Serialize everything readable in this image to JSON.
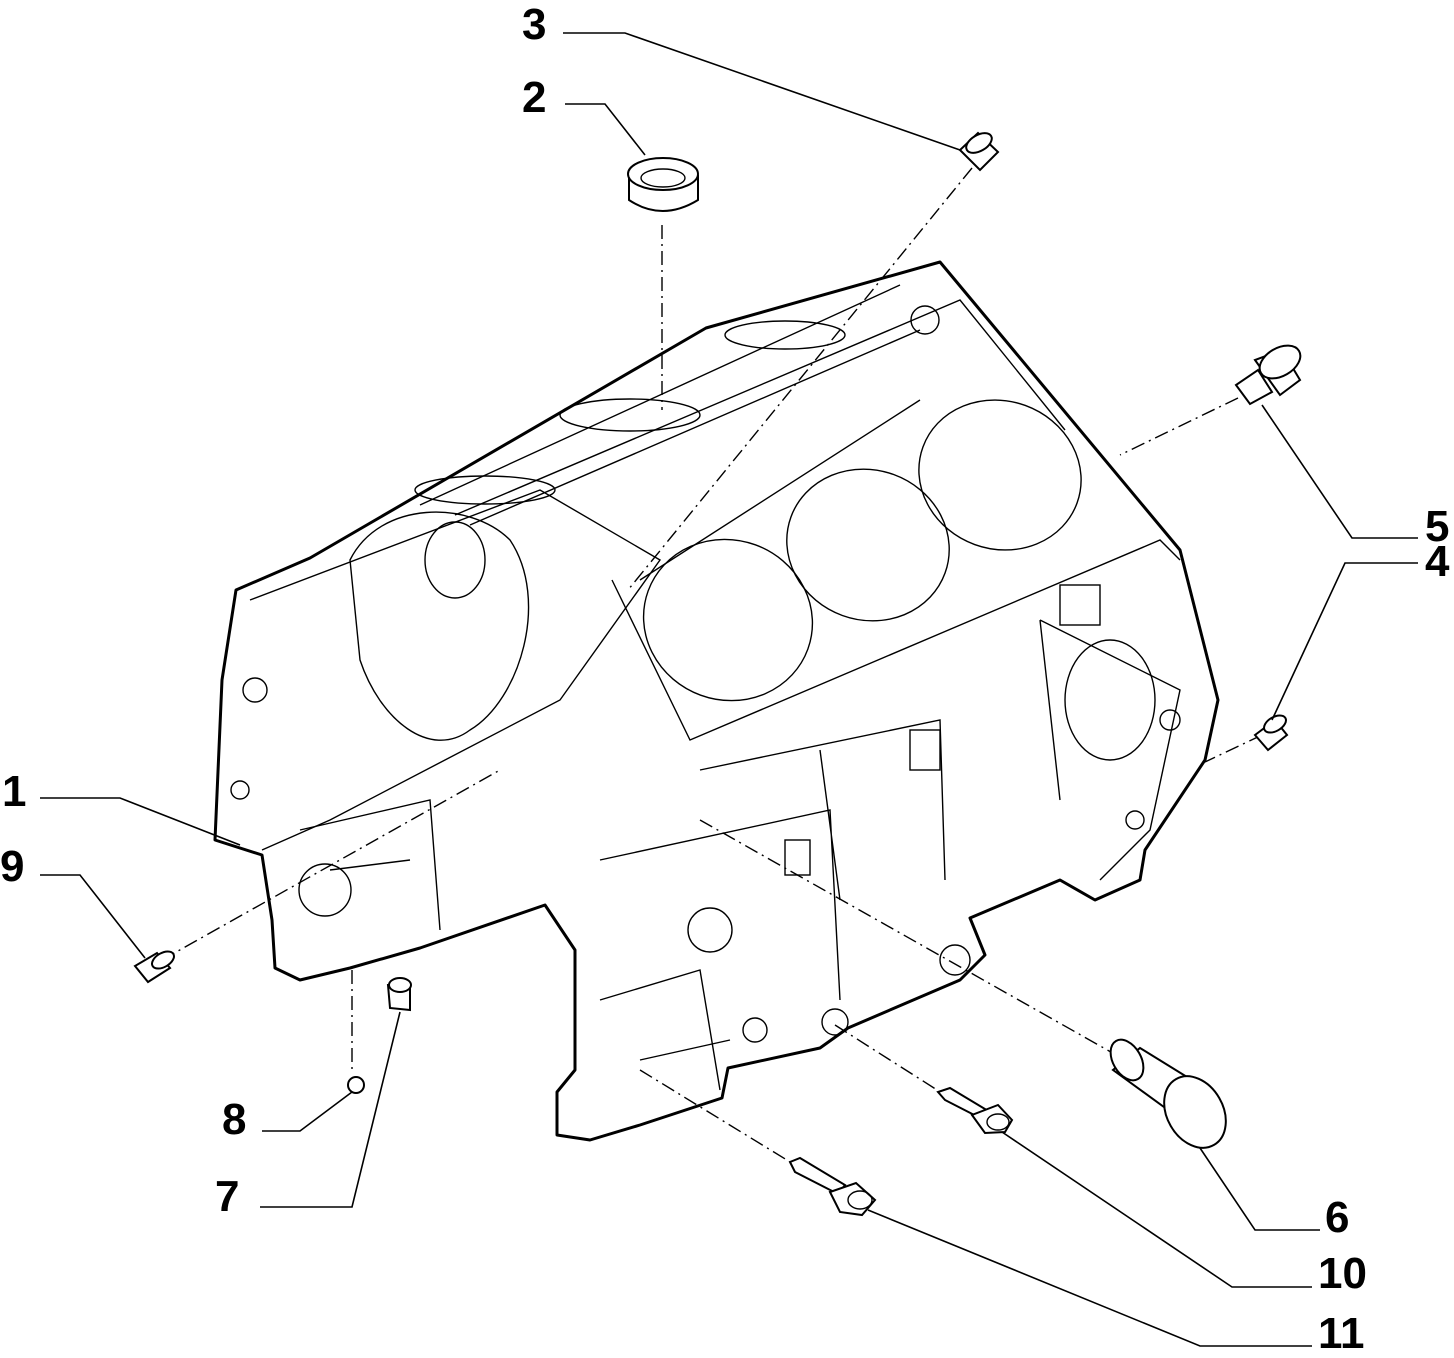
{
  "diagram": {
    "type": "exploded parts diagram",
    "callouts": [
      "1",
      "2",
      "3",
      "4",
      "5",
      "6",
      "7",
      "8",
      "9",
      "10",
      "11"
    ],
    "parts": [
      {
        "callout": "1",
        "icon": "engine-block-icon"
      },
      {
        "callout": "2",
        "icon": "ring-bushing-icon"
      },
      {
        "callout": "3",
        "icon": "dowel-pin-icon"
      },
      {
        "callout": "4",
        "icon": "dowel-pin-icon"
      },
      {
        "callout": "5",
        "icon": "plug-screw-icon"
      },
      {
        "callout": "6",
        "icon": "large-plug-icon"
      },
      {
        "callout": "7",
        "icon": "dowel-pin-icon"
      },
      {
        "callout": "8",
        "icon": "ball-plug-icon"
      },
      {
        "callout": "9",
        "icon": "dowel-pin-icon"
      },
      {
        "callout": "10",
        "icon": "bolt-icon"
      },
      {
        "callout": "11",
        "icon": "bolt-icon"
      }
    ],
    "line_color": "#000000",
    "background": "#ffffff"
  }
}
